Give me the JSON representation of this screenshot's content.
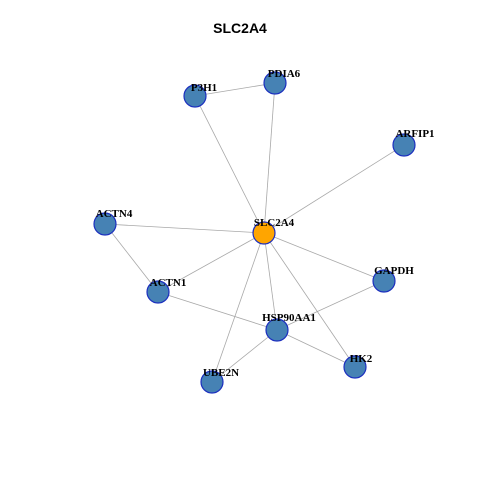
{
  "title": "SLC2A4",
  "colors": {
    "node": "#4682b4",
    "center": "#ffa500",
    "border": "#1c2fbf",
    "edge": "#a8a8a8"
  },
  "nodes": [
    {
      "id": "SLC2A4",
      "label": "SLC2A4",
      "role": "center"
    },
    {
      "id": "P3H1",
      "label": "P3H1",
      "role": "neighbor"
    },
    {
      "id": "PDIA6",
      "label": "PDIA6",
      "role": "neighbor"
    },
    {
      "id": "ARFIP1",
      "label": "ARFIP1",
      "role": "neighbor"
    },
    {
      "id": "ACTN4",
      "label": "ACTN4",
      "role": "neighbor"
    },
    {
      "id": "ACTN1",
      "label": "ACTN1",
      "role": "neighbor"
    },
    {
      "id": "GAPDH",
      "label": "GAPDH",
      "role": "neighbor"
    },
    {
      "id": "HSP90AA1",
      "label": "HSP90AA1",
      "role": "neighbor"
    },
    {
      "id": "HK2",
      "label": "HK2",
      "role": "neighbor"
    },
    {
      "id": "UBE2N",
      "label": "UBE2N",
      "role": "neighbor"
    }
  ],
  "edges": [
    [
      "P3H1",
      "PDIA6"
    ],
    [
      "P3H1",
      "SLC2A4"
    ],
    [
      "PDIA6",
      "SLC2A4"
    ],
    [
      "ARFIP1",
      "SLC2A4"
    ],
    [
      "ACTN4",
      "SLC2A4"
    ],
    [
      "ACTN4",
      "ACTN1"
    ],
    [
      "ACTN1",
      "SLC2A4"
    ],
    [
      "ACTN1",
      "HSP90AA1"
    ],
    [
      "SLC2A4",
      "GAPDH"
    ],
    [
      "SLC2A4",
      "HSP90AA1"
    ],
    [
      "SLC2A4",
      "HK2"
    ],
    [
      "SLC2A4",
      "UBE2N"
    ],
    [
      "GAPDH",
      "HSP90AA1"
    ],
    [
      "HSP90AA1",
      "HK2"
    ],
    [
      "HSP90AA1",
      "UBE2N"
    ]
  ]
}
